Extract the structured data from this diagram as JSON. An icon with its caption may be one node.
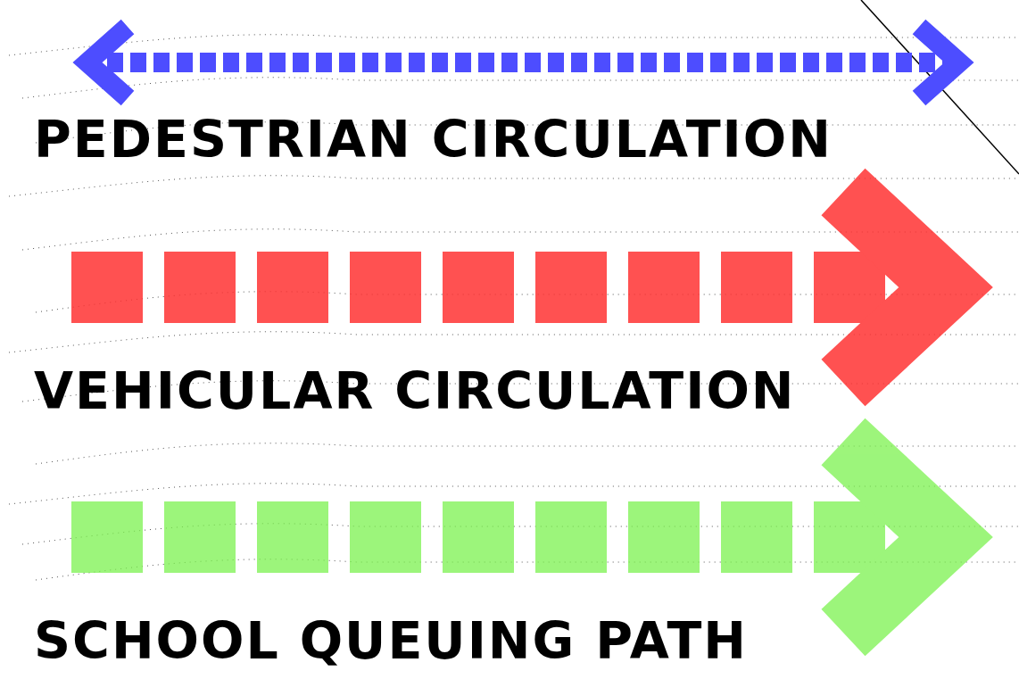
{
  "diagram": {
    "legend": [
      {
        "text": "PEDESTRIAN CIRCULATION"
      },
      {
        "text": "VEHICULAR CIRCULATION"
      },
      {
        "text": "SCHOOL QUEUING PATH"
      }
    ]
  }
}
